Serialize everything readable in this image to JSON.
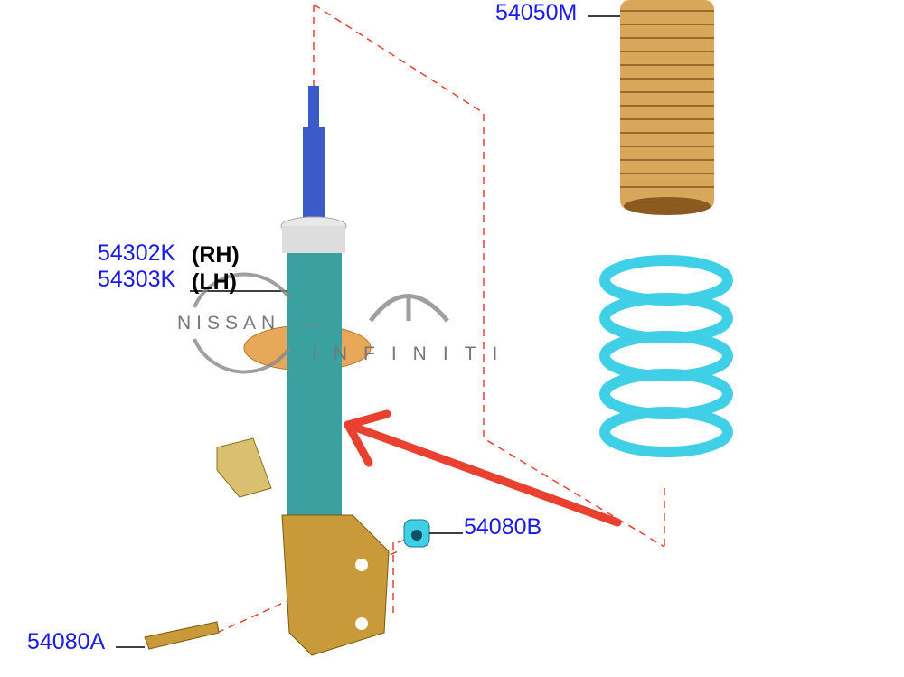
{
  "parts": {
    "boot": "54050M",
    "strut_rh": "54302K",
    "strut_rh_side": "(RH)",
    "strut_lh": "54303K",
    "strut_lh_side": "(LH)",
    "bushing": "54080B",
    "bolt": "54080A"
  },
  "watermarks": {
    "nissan": "NISSAN",
    "infiniti": "INFINITI"
  },
  "colors": {
    "label": "#1a1ae6",
    "arrow": "#e8412f",
    "strut": "#3aa0a0",
    "spring": "#3fd0e8",
    "boot": "#d9a75a"
  }
}
